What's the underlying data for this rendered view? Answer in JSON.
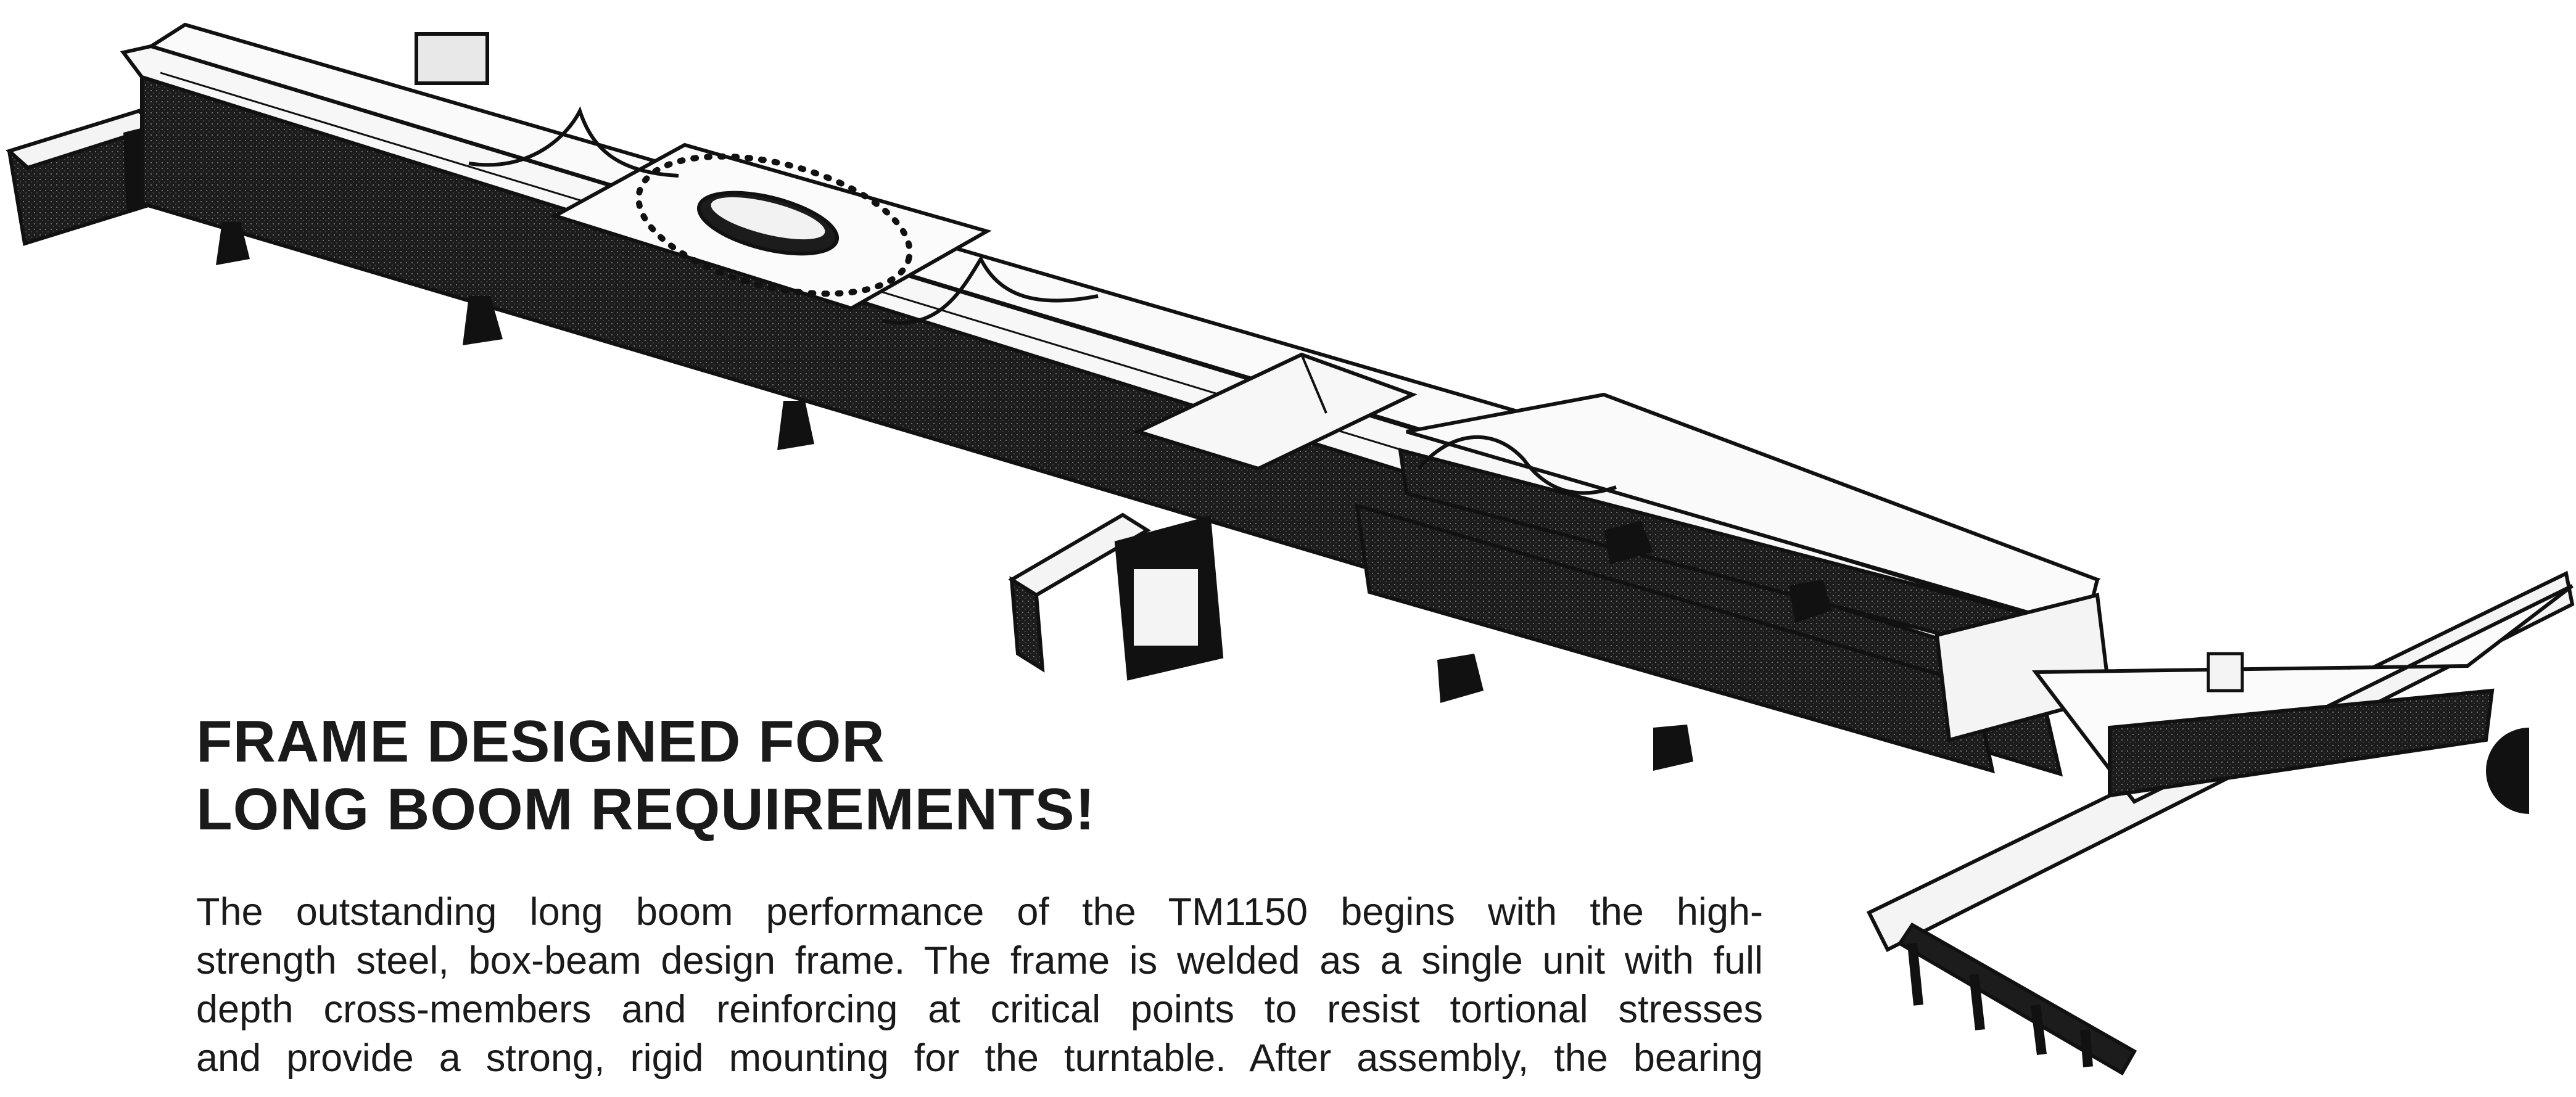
{
  "heading": {
    "line1": "FRAME DESIGNED FOR",
    "line2": "LONG BOOM REQUIREMENTS!"
  },
  "body": {
    "lines": [
      "The outstanding long boom performance of the TM1150 begins with the high-",
      "strength steel, box-beam design frame. The frame is welded as a single unit with full",
      "depth cross-members and reinforcing at critical points to resist tortional stresses",
      "and provide a strong, rigid mounting for the turntable. After assembly, the bearing"
    ]
  },
  "illustration": {
    "subject": "crane-carrier-frame",
    "ink_color": "#1a1a1a",
    "paper_color": "#ffffff"
  }
}
